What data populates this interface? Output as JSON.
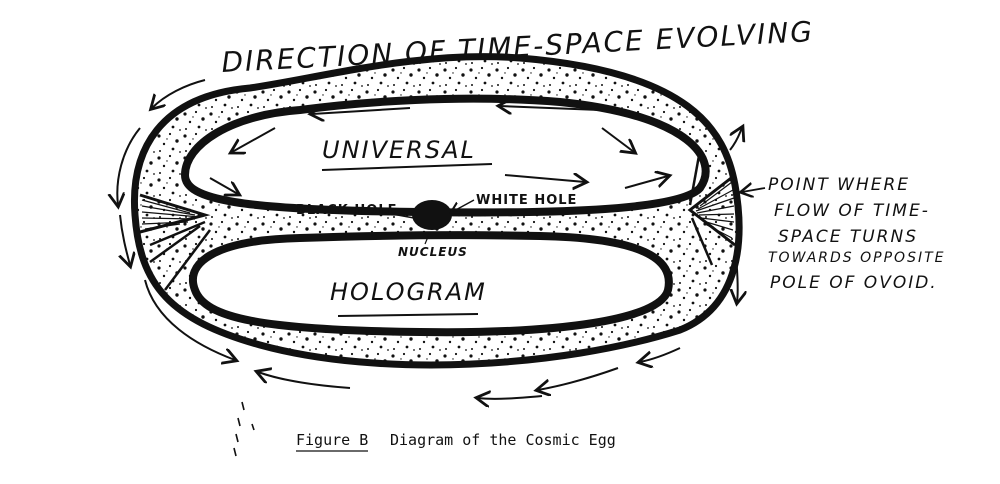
{
  "diagram": {
    "top_label": "DIRECTION OF TIME-SPACE EVOLVING",
    "upper_region": "UNIVERSAL",
    "lower_region": "HOLOGRAM",
    "black_hole": "BLACK HOLE",
    "white_hole": "WHITE HOLE",
    "nucleus": "NUCLEUS",
    "point_note": [
      "POINT WHERE",
      "FLOW OF TIME-",
      "SPACE TURNS",
      "TOWARDS OPPOSITE",
      "POLE OF OVOID."
    ]
  },
  "caption": {
    "figure_label": "Figure B",
    "text": "Diagram of the Cosmic Egg"
  },
  "colors": {
    "ink": "#111111",
    "paper": "#ffffff"
  }
}
